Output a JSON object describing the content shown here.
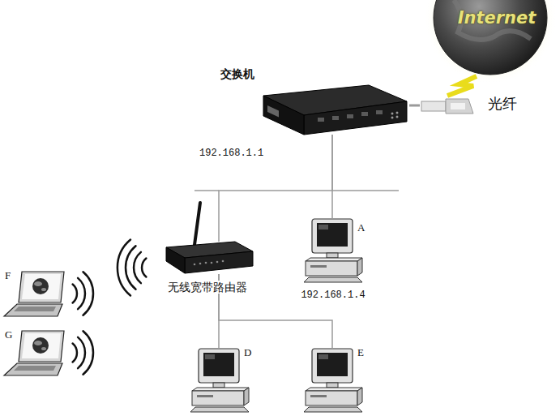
{
  "diagram": {
    "nodes": [
      {
        "text": [
          "Internet"
        ]
      },
      {
        "text": [
          "交换机",
          "192.168.1.1"
        ]
      },
      {
        "text": [
          "光纤"
        ]
      },
      {
        "text": [
          "A",
          "192.168.1.4"
        ]
      },
      {
        "text": [
          "无线宽带路由器"
        ]
      },
      {
        "text": [
          "F"
        ]
      },
      {
        "text": [
          "G"
        ]
      },
      {
        "text": [
          "D"
        ]
      },
      {
        "text": [
          "E"
        ]
      }
    ],
    "edges": [
      {
        "from": 0,
        "to": 2,
        "arrow": "none"
      },
      {
        "from": 2,
        "to": 1,
        "arrow": "none"
      },
      {
        "from": 1,
        "to": 3,
        "arrow": "none"
      },
      {
        "from": 1,
        "to": 4,
        "arrow": "none"
      },
      {
        "from": 4,
        "to": 7,
        "arrow": "none"
      },
      {
        "from": 4,
        "to": 8,
        "arrow": "none"
      }
    ]
  }
}
